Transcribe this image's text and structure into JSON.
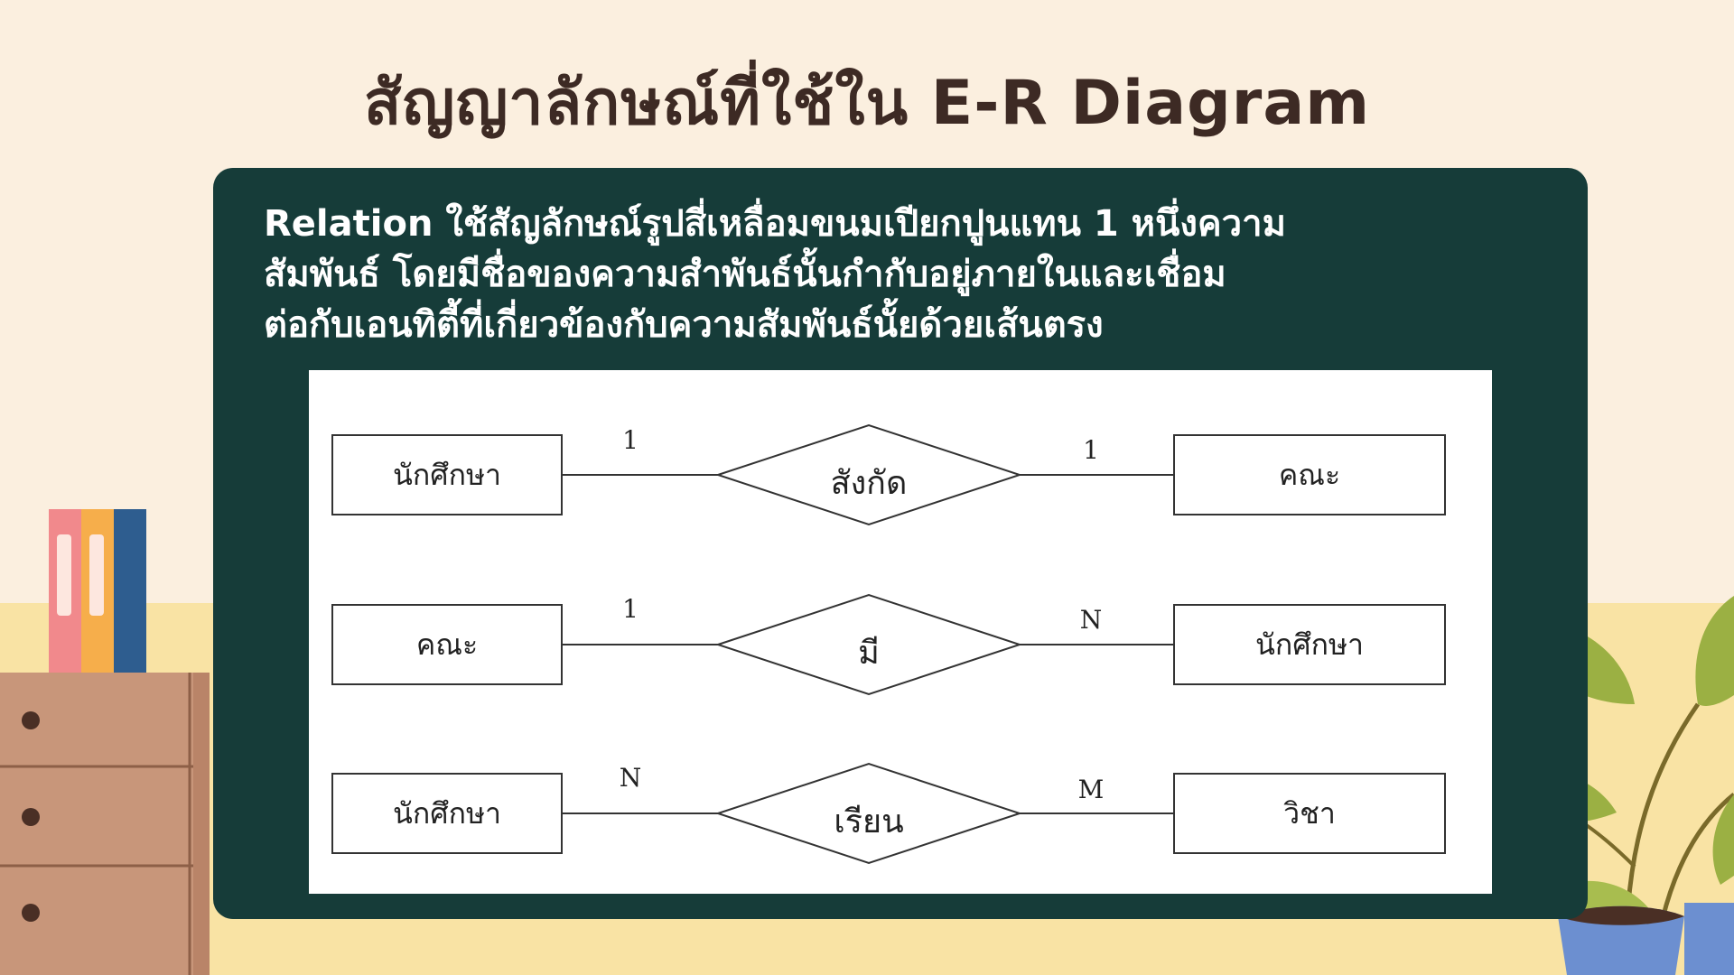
{
  "title": "สัญญาลักษณ์ที่ใช้ใน E-R Diagram",
  "description": "Relation ใช้สัญลักษณ์รูปสี่เหลื่อมขนมเปียกปูนแทน 1 หนึ่งความ\nสัมพันธ์     โดยมีชื่อของความสำพันธ์นั้นกำกับอยู่ภายในและเชื่อม\nต่อกับเอนทิตี้ที่เกี่ยวข้องกับความสัมพันธ์นั้ยด้วยเส้นตรง",
  "relations": [
    {
      "left_entity": "นักศึกษา",
      "relationship": "สังกัด",
      "right_entity": "คณะ",
      "left_cardinality": "1",
      "right_cardinality": "1"
    },
    {
      "left_entity": "คณะ",
      "relationship": "มี",
      "right_entity": "นักศึกษา",
      "left_cardinality": "1",
      "right_cardinality": "N"
    },
    {
      "left_entity": "นักศึกษา",
      "relationship": "เรียน",
      "right_entity": "วิชา",
      "left_cardinality": "N",
      "right_cardinality": "M"
    }
  ],
  "colors": {
    "background": "#fbefdf",
    "floor": "#f9e3a4",
    "board": "#163c39",
    "title": "#3d2a24",
    "drawer": "#c8967a"
  }
}
